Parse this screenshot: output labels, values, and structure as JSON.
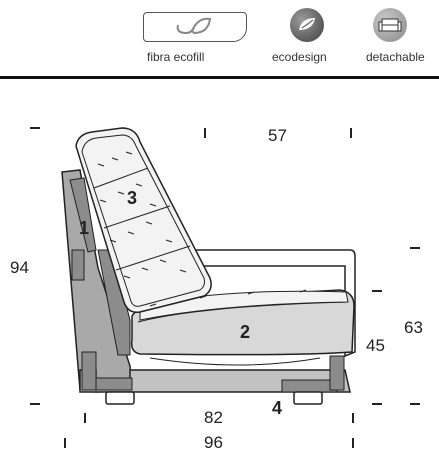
{
  "features": [
    {
      "label": "fibra ecofill",
      "icon": "leaf-outline-icon"
    },
    {
      "label": "ecodesign",
      "icon": "ecodesign-leaf-icon"
    },
    {
      "label": "detachable",
      "icon": "sofa-detachable-icon"
    }
  ],
  "dimensions": {
    "top_width": "57",
    "height_total": "94",
    "height_arm": "63",
    "height_seat": "45",
    "width_inner": "82",
    "width_total": "96"
  },
  "callouts": {
    "c1": "1",
    "c2": "2",
    "c3": "3",
    "c4": "4"
  },
  "colors": {
    "frame_gray": "#a9a9a9",
    "cushion_fill": "#f3f3f3",
    "line": "#222222",
    "divider": "#111111"
  }
}
